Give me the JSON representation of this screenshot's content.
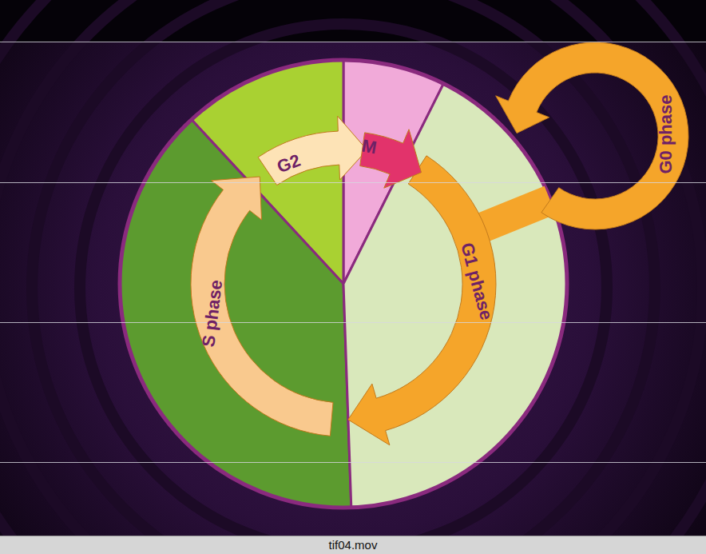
{
  "diagram": {
    "caption": "tif04.mov",
    "nodes": [
      {
        "text": [
          "G2"
        ]
      },
      {
        "text": [
          "M"
        ]
      },
      {
        "text": [
          "G1 phase"
        ]
      },
      {
        "text": [
          "G0 phase"
        ]
      },
      {
        "text": [
          "S phase"
        ]
      }
    ]
  }
}
